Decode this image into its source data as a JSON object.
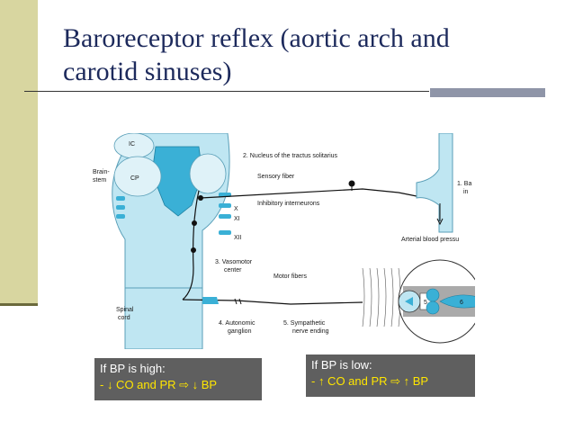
{
  "slide": {
    "title_line1": "Baroreceptor reflex (aortic arch and",
    "title_line2": "carotid sinuses)"
  },
  "diagram": {
    "labels": {
      "ic": "IC",
      "cp": "CP",
      "brainstem1": "Brain-",
      "brainstem2": "stem",
      "nts": "2. Nucleus of the tractus solitarius",
      "sensory": "Sensory fiber",
      "inhibitory": "Inhibitory interneurons",
      "x": "X",
      "xi": "XI",
      "xii": "XII",
      "baro1": "1. Ba",
      "baro2": "in",
      "arterial": "Arterial blood pressu",
      "vaso1": "3. Vasomotor",
      "vaso2": "center",
      "motor": "Motor fibers",
      "spinal1": "Spinal",
      "spinal2": "cord",
      "gang1": "4. Autonomic",
      "gang2": "ganglion",
      "symp1": "5. Sympathetic",
      "symp2": "nerve ending",
      "n5": "5",
      "n6": "6"
    },
    "colors": {
      "tissue": "#bfe6f2",
      "accent": "#3ab0d6",
      "nerve": "#111111"
    }
  },
  "boxes": {
    "high": {
      "line1": "If BP is high:",
      "line2": "- ↓ CO and PR ⇨   ↓ BP"
    },
    "low": {
      "line1": "If BP is low:",
      "line2": "- ↑ CO and PR ⇨   ↑ BP"
    }
  }
}
